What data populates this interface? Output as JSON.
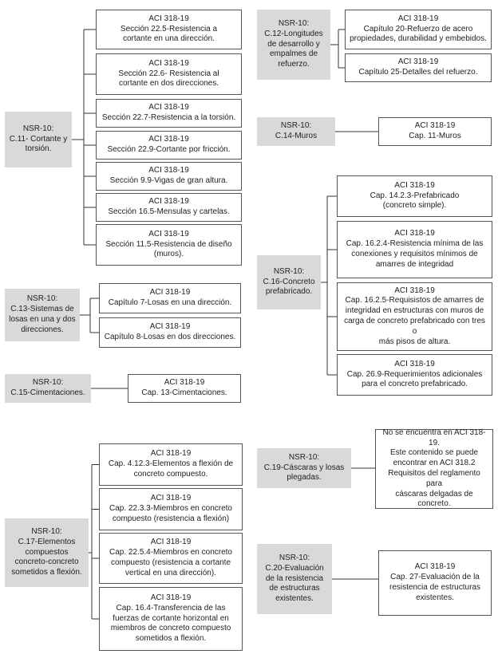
{
  "groups": [
    {
      "source": [
        "NSR-10:",
        "C.11- Cortante y",
        "torsión."
      ],
      "targets": [
        [
          "ACI 318-19",
          "Sección 22.5-Resistencia a",
          "cortante en una dirección."
        ],
        [
          "ACI 318-19",
          "Sección 22.6- Resistencia al",
          "cortante en dos direcciones."
        ],
        [
          "ACI 318-19",
          "Sección 22.7-Resistencia a la torsión."
        ],
        [
          "ACI 318-19",
          "Sección 22.9-Cortante por fricción."
        ],
        [
          "ACI 318-19",
          "Sección 9.9-Vigas de gran altura."
        ],
        [
          "ACI 318-19",
          "Sección 16.5-Mensulas y cartelas."
        ],
        [
          "ACI 318-19",
          "Sección 11.5-Resistencia de diseño",
          "(muros)."
        ]
      ]
    },
    {
      "source": [
        "NSR-10:",
        "C.13-Sistemas de",
        "losas en una y dos",
        "direcciones."
      ],
      "targets": [
        [
          "ACI 318-19",
          "Capítulo 7-Losas en una dirección."
        ],
        [
          "ACI 318-19",
          "Capítulo 8-Losas en dos direcciones."
        ]
      ]
    },
    {
      "source": [
        "NSR-10:",
        "C.15-Cimentaciones."
      ],
      "targets": [
        [
          "ACI 318-19",
          "Cap. 13-Cimentaciones."
        ]
      ]
    },
    {
      "source": [
        "NSR-10:",
        "C.17-Elementos",
        "compuestos",
        "concreto-concreto",
        "sometidos a flexión."
      ],
      "targets": [
        [
          "ACI 318-19",
          "Cap. 4.12.3-Elementos a flexión de",
          "concreto compuesto."
        ],
        [
          "ACI 318-19",
          "Cap. 22.3.3-Miembros en concreto",
          "compuesto (resistencia a flexión)"
        ],
        [
          "ACI 318-19",
          "Cap. 22.5.4-Miembros en concreto",
          "compuesto (resistencia a cortante",
          "vertical en una dirección)."
        ],
        [
          "ACI 318-19",
          "Cap. 16.4-Transferencia de las",
          "fuerzas de cortante horizontal en",
          "miembros de concreto compuesto",
          "sometidos a flexión."
        ]
      ]
    },
    {
      "source": [
        "NSR-10:",
        "C.12-Longitudes",
        "de desarrollo y",
        "empalmes de",
        "refuerzo."
      ],
      "targets": [
        [
          "ACI 318-19",
          "Capítulo 20-Refuerzo de acero",
          "propiedades, durabilidad y embebidos."
        ],
        [
          "ACI 318-19",
          "Capítulo 25-Detalles del refuerzo."
        ]
      ]
    },
    {
      "source": [
        "NSR-10:",
        "C.14-Muros"
      ],
      "targets": [
        [
          "ACI 318-19",
          "Cap. 11-Muros"
        ]
      ]
    },
    {
      "source": [
        "NSR-10:",
        "C.16-Concreto",
        "prefabricado."
      ],
      "targets": [
        [
          "ACI 318-19",
          "Cap. 14.2.3-Prefabricado",
          "(concreto simple)."
        ],
        [
          "ACI 318-19",
          "Cap. 16.2.4-Resistencia mínima de las",
          "conexiones y requisitos mínimos de",
          "amarres de integridad"
        ],
        [
          "ACI 318-19",
          "Cap. 16.2.5-Requisistos de amarres de",
          "integridad en estructuras con muros de",
          "carga de concreto prefabricado con tres o",
          "más pisos de altura."
        ],
        [
          "ACI 318-19",
          "Cap. 26.9-Requerimientos adicionales",
          "para el concreto prefabricado."
        ]
      ]
    },
    {
      "source": [
        "NSR-10:",
        "C.19-Cáscaras y losas",
        "plegadas."
      ],
      "targets": [
        [
          "No se encuentra en ACI 318-19.",
          "Este contenido se puede",
          "encontrar en ACI 318.2",
          "Requisitos del reglamento para",
          "cáscaras delgadas de concreto."
        ]
      ]
    },
    {
      "source": [
        "NSR-10:",
        "C.20-Evaluación",
        "de la resistencia",
        "de estructuras",
        "existentes."
      ],
      "targets": [
        [
          "ACI 318-19",
          "Cap. 27-Evaluación de la",
          "resistencia de estructuras",
          "existentes."
        ]
      ]
    }
  ]
}
